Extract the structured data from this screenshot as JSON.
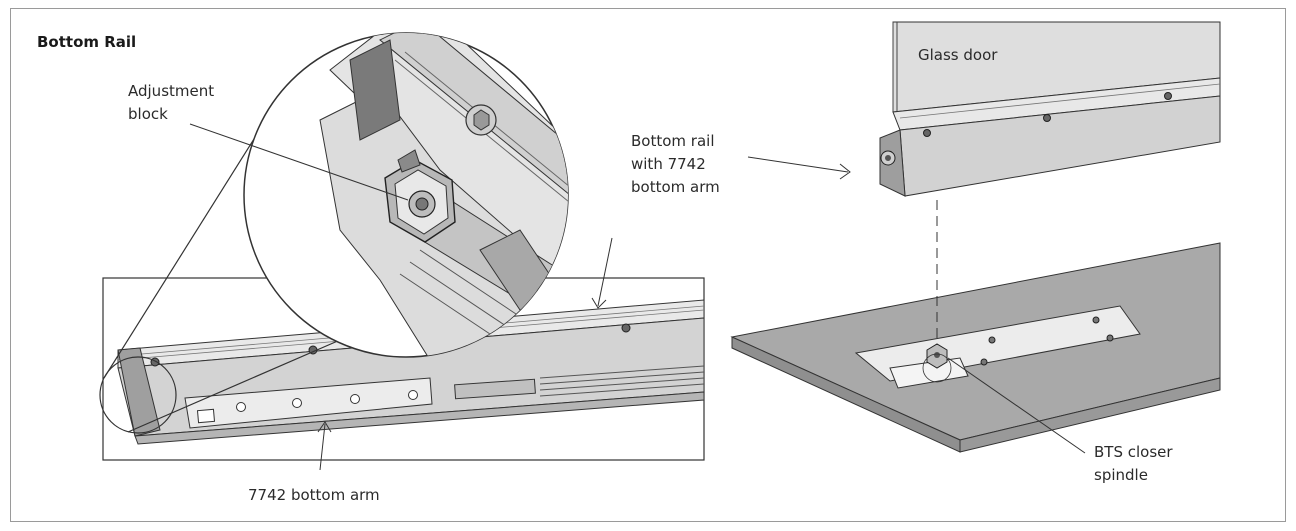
{
  "title": "Bottom Rail",
  "labels": {
    "adjustment_block": "Adjustment\nblock",
    "bottom_rail_arm": "Bottom rail\nwith 7742\nbottom arm",
    "arm_7742": "7742 bottom arm",
    "glass_door": "Glass door",
    "bts_spindle": "BTS closer\nspindle"
  },
  "colors": {
    "line": "#333333",
    "metal_light": "#e6e6e6",
    "metal_mid": "#c8c8c8",
    "metal_dark": "#9a9a9a",
    "floor": "#a9a9a9",
    "floor_top": "#9c9c9c",
    "glass": "#dedede"
  }
}
